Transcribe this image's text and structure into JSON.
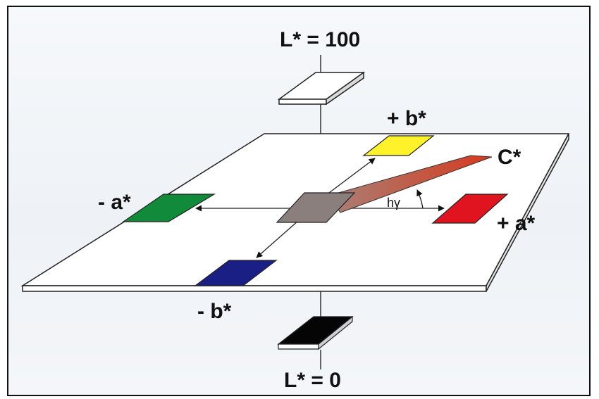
{
  "labels": {
    "l_top": "L* = 100",
    "l_bottom": "L* = 0",
    "plus_b": "+ b*",
    "minus_b": "- b*",
    "minus_a": "- a*",
    "plus_a": "+ a*",
    "chroma": "C*",
    "hue": "hγ"
  },
  "colors": {
    "plus_b": "#fff22a",
    "minus_b": "#1a1f85",
    "minus_a": "#118a3a",
    "plus_a": "#e0141e",
    "center": "#8a7f7c",
    "black_patch": "#050505",
    "white_patch": "#ffffff",
    "chroma_start": "#a98076",
    "chroma_end": "#d63a1e"
  }
}
